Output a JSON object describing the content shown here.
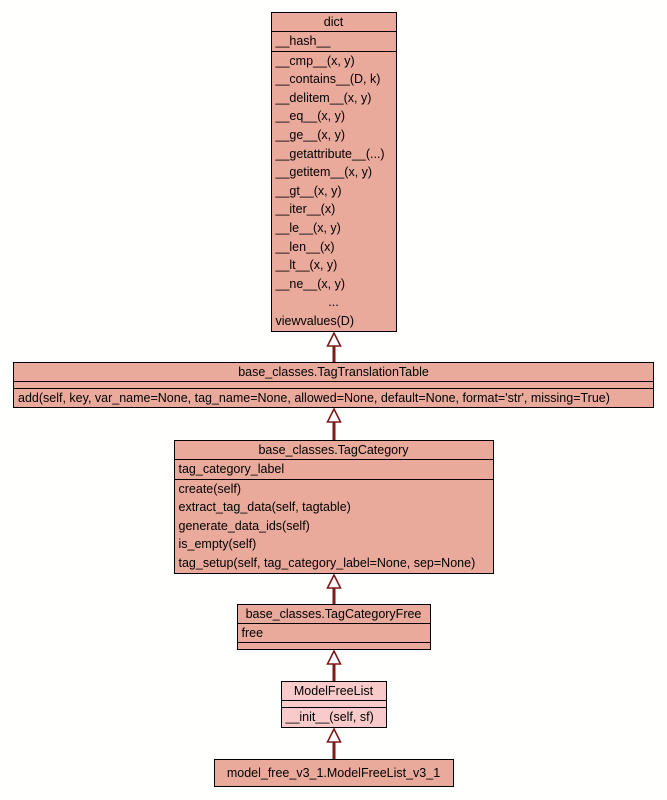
{
  "diagram": {
    "type": "uml-class-inheritance",
    "colors": {
      "background": "#fffffe",
      "box_fill": "#e9aa9c",
      "highlight_fill": "#f9caca",
      "box_border": "#000000",
      "arrow": "#7b1b1b",
      "arrow_head_fill": "#ffffff",
      "text": "#000000"
    },
    "classes": [
      {
        "id": "dict",
        "title": "dict",
        "attributes": [
          "__hash__"
        ],
        "methods": [
          "__cmp__(x, y)",
          "__contains__(D, k)",
          "__delitem__(x, y)",
          "__eq__(x, y)",
          "__ge__(x, y)",
          "__getattribute__(...)",
          "__getitem__(x, y)",
          "__gt__(x, y)",
          "__iter__(x)",
          "__le__(x, y)",
          "__len__(x)",
          "__lt__(x, y)",
          "__ne__(x, y)",
          "...",
          "viewvalues(D)"
        ]
      },
      {
        "id": "tag-translation-table",
        "title": "base_classes.TagTranslationTable",
        "attributes": [],
        "methods": [
          "add(self, key, var_name=None, tag_name=None, allowed=None, default=None, format='str', missing=True)"
        ]
      },
      {
        "id": "tag-category",
        "title": "base_classes.TagCategory",
        "attributes": [
          "tag_category_label"
        ],
        "methods": [
          "create(self)",
          "extract_tag_data(self, tagtable)",
          "generate_data_ids(self)",
          "is_empty(self)",
          "tag_setup(self, tag_category_label=None, sep=None)"
        ]
      },
      {
        "id": "tag-category-free",
        "title": "base_classes.TagCategoryFree",
        "attributes": [
          "free"
        ],
        "methods": []
      },
      {
        "id": "model-free-list",
        "title": "ModelFreeList",
        "highlight": true,
        "attributes": [],
        "methods": [
          "__init__(self, sf)"
        ]
      },
      {
        "id": "model-free-list-v3-1",
        "title": "model_free_v3_1.ModelFreeList_v3_1",
        "attributes": null,
        "methods": null
      }
    ],
    "inheritance": [
      {
        "child": "base_classes.TagTranslationTable",
        "parent": "dict"
      },
      {
        "child": "base_classes.TagCategory",
        "parent": "base_classes.TagTranslationTable"
      },
      {
        "child": "base_classes.TagCategoryFree",
        "parent": "base_classes.TagCategory"
      },
      {
        "child": "ModelFreeList",
        "parent": "base_classes.TagCategoryFree"
      },
      {
        "child": "model_free_v3_1.ModelFreeList_v3_1",
        "parent": "ModelFreeList"
      }
    ]
  }
}
